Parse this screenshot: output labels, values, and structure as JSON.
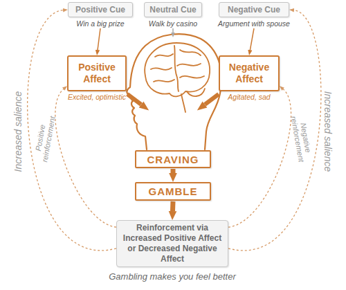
{
  "diagram": {
    "nodes": [
      {
        "text": [
          "Positive Cue",
          "Win a big prize"
        ]
      },
      {
        "text": [
          "Neutral Cue",
          "Walk by casino"
        ]
      },
      {
        "text": [
          "Negative Cue",
          "Argument with spouse"
        ]
      },
      {
        "text": [
          "Positive Affect",
          "Excited, optimistic"
        ]
      },
      {
        "text": [
          "Negative Affect",
          "Agitated, sad"
        ]
      },
      {
        "text": [
          "CRAVING"
        ]
      },
      {
        "text": [
          "GAMBLE"
        ]
      },
      {
        "text": [
          "Reinforcement via Increased Positive Affect or Decreased Negative Affect",
          "Gambling makes you feel better"
        ]
      }
    ],
    "edges": [
      {
        "from": 0,
        "to": 3,
        "arrow": "to"
      },
      {
        "from": 2,
        "to": 4,
        "arrow": "to"
      },
      {
        "from": 5,
        "to": 6,
        "arrow": "to"
      },
      {
        "from": 6,
        "to": 7,
        "arrow": "to"
      },
      {
        "from": 7,
        "to": 0,
        "label": "Increased salience",
        "arrow": "to"
      },
      {
        "from": 7,
        "to": 2,
        "label": "Increased salience",
        "arrow": "to"
      },
      {
        "from": 7,
        "to": 3,
        "label": "Positive reinforcement",
        "arrow": "to"
      },
      {
        "from": 7,
        "to": 4,
        "label": "Negative reinforcement",
        "arrow": "to"
      }
    ]
  }
}
